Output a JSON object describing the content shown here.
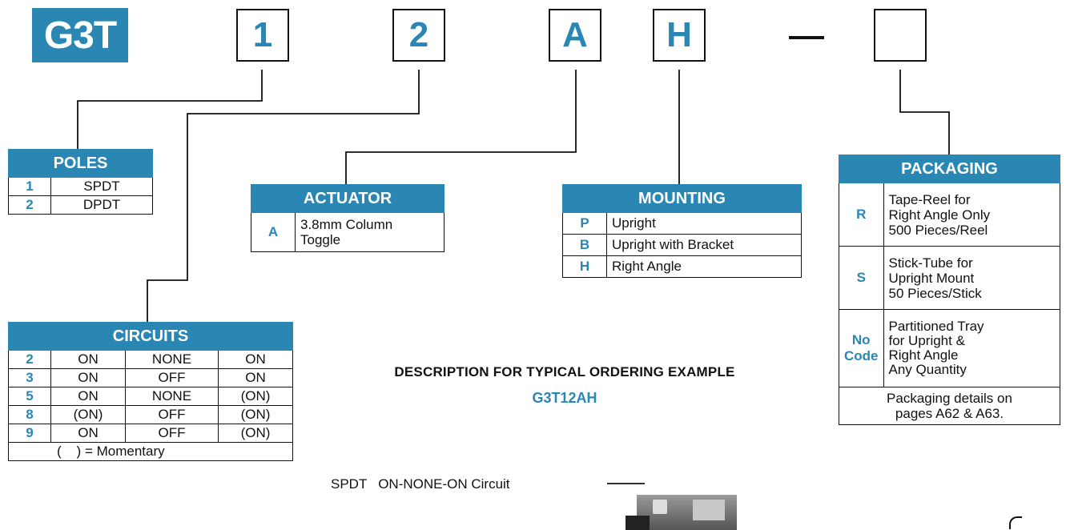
{
  "series": {
    "prefix": "G3T",
    "boxes": [
      {
        "id": "poles",
        "value": "1"
      },
      {
        "id": "circuits",
        "value": "2"
      },
      {
        "id": "actuator",
        "value": "A"
      },
      {
        "id": "mounting",
        "value": "H"
      },
      {
        "id": "packaging",
        "value": ""
      }
    ],
    "dash": "–"
  },
  "colors": {
    "accent": "#2a87b4",
    "ink": "#111111"
  },
  "poles": {
    "title": "POLES",
    "rows": [
      {
        "code": "1",
        "desc": "SPDT"
      },
      {
        "code": "2",
        "desc": "DPDT"
      }
    ]
  },
  "actuator": {
    "title": "ACTUATOR",
    "rows": [
      {
        "code": "A",
        "desc_line1": "3.8mm Column",
        "desc_line2": "Toggle"
      }
    ]
  },
  "mounting": {
    "title": "MOUNTING",
    "rows": [
      {
        "code": "P",
        "desc": "Upright"
      },
      {
        "code": "B",
        "desc": "Upright with Bracket"
      },
      {
        "code": "H",
        "desc": "Right Angle"
      }
    ]
  },
  "packaging": {
    "title": "PACKAGING",
    "rows": [
      {
        "code": "R",
        "l1": "Tape-Reel for",
        "l2": "Right Angle Only",
        "l3": "500 Pieces/Reel"
      },
      {
        "code": "S",
        "l1": "Stick-Tube for",
        "l2": "Upright Mount",
        "l3": "50 Pieces/Stick"
      },
      {
        "code": "No Code",
        "l1": "Partitioned Tray",
        "l2": "for Upright &",
        "l3": "Right Angle",
        "l4": "Any Quantity"
      }
    ],
    "note_line1": "Packaging details on",
    "note_line2": "pages A62 & A63."
  },
  "circuits": {
    "title": "CIRCUITS",
    "rows": [
      {
        "code": "2",
        "a": "ON",
        "b": "NONE",
        "c": "ON"
      },
      {
        "code": "3",
        "a": "ON",
        "b": "OFF",
        "c": "ON"
      },
      {
        "code": "5",
        "a": "ON",
        "b": "NONE",
        "c": "(ON)"
      },
      {
        "code": "8",
        "a": "(ON)",
        "b": "OFF",
        "c": "(ON)"
      },
      {
        "code": "9",
        "a": "ON",
        "b": "OFF",
        "c": "(ON)"
      }
    ],
    "legend": "(    ) = Momentary"
  },
  "description": {
    "title": "DESCRIPTION FOR TYPICAL ORDERING EXAMPLE",
    "example": "G3T12AH",
    "callout": "SPDT   ON-NONE-ON Circuit"
  }
}
